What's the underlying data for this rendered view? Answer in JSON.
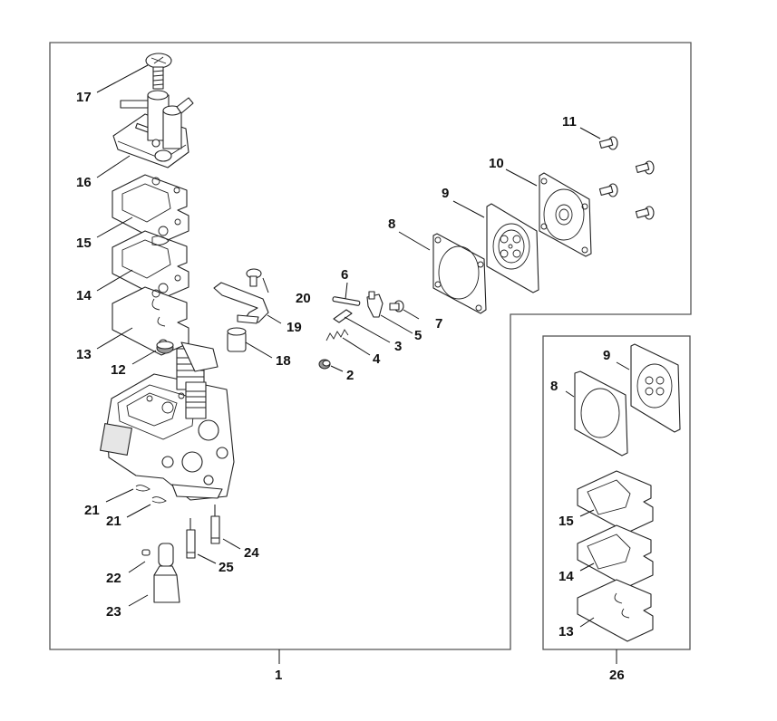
{
  "diagram": {
    "type": "exploded-parts-diagram",
    "subject": "carburetor assembly",
    "groups": [
      {
        "id": "main",
        "label": "1"
      },
      {
        "id": "kit",
        "label": "26",
        "contains": [
          "8",
          "9",
          "13",
          "14",
          "15"
        ]
      }
    ],
    "callouts": {
      "p1": "1",
      "p2": "2",
      "p3": "3",
      "p4": "4",
      "p5": "5",
      "p6": "6",
      "p7": "7",
      "p8": "8",
      "p9": "9",
      "p10": "10",
      "p11": "11",
      "p12": "12",
      "p13": "13",
      "p14": "14",
      "p15": "15",
      "p16": "16",
      "p17": "17",
      "p18": "18",
      "p19": "19",
      "p20": "20",
      "p21a": "21",
      "p21b": "21",
      "p22": "22",
      "p23": "23",
      "p24": "24",
      "p25": "25",
      "p26": "26",
      "k8": "8",
      "k9": "9",
      "k13": "13",
      "k14": "14",
      "k15": "15"
    },
    "colors": {
      "line": "#222222",
      "frame": "#555555",
      "background": "#ffffff"
    }
  }
}
